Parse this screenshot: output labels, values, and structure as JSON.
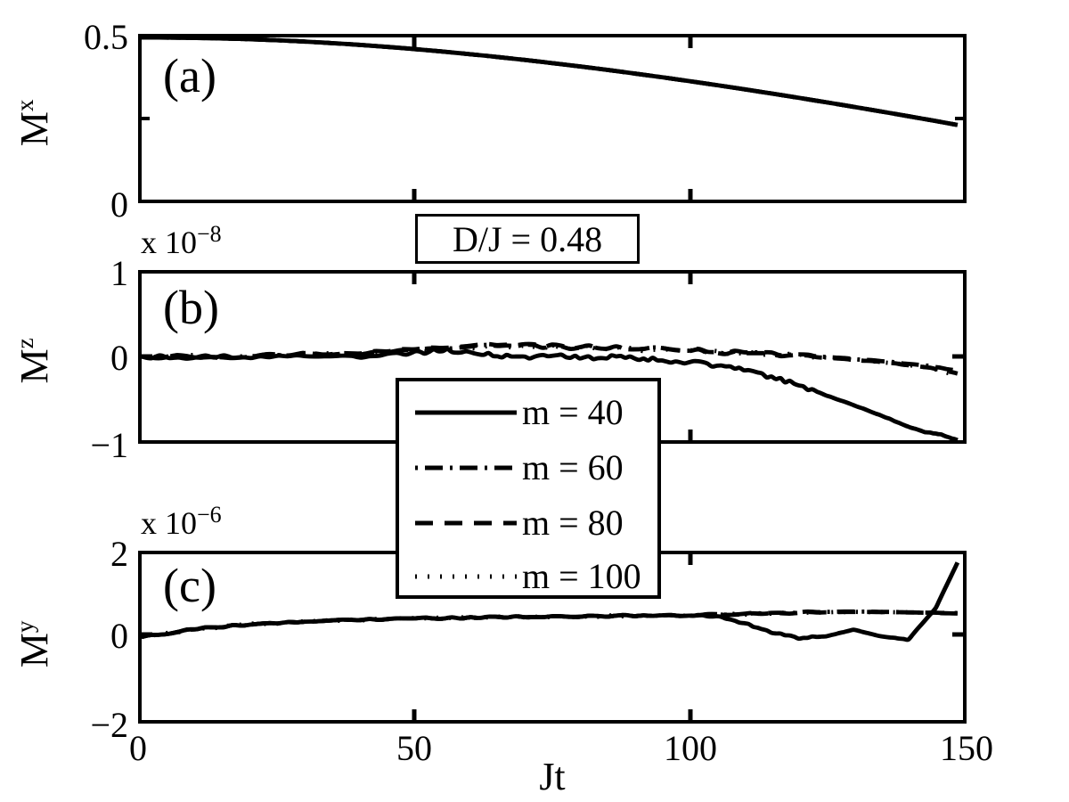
{
  "figure": {
    "xlabel": "Jt",
    "annotation": "D/J = 0.48"
  },
  "panels": [
    {
      "tag": "(a)",
      "ylabel_base": "M",
      "ylabel_sup": "x",
      "exponent": "",
      "yticks": [
        "0.5",
        "0"
      ],
      "ylim": [
        0,
        0.5
      ]
    },
    {
      "tag": "(b)",
      "ylabel_base": "M",
      "ylabel_sup": "z",
      "exponent_prefix": "x 10",
      "exponent_sup": "−8",
      "yticks": [
        "1",
        "0",
        "−1"
      ],
      "ylim": [
        -1,
        1
      ]
    },
    {
      "tag": "(c)",
      "ylabel_base": "M",
      "ylabel_sup": "y",
      "exponent_prefix": "x 10",
      "exponent_sup": "−6",
      "yticks": [
        "2",
        "0",
        "−2"
      ],
      "ylim": [
        -2,
        2
      ]
    }
  ],
  "xticks": [
    "0",
    "50",
    "100",
    "150"
  ],
  "legend": {
    "items": [
      {
        "label": "m = 40",
        "style": "solid"
      },
      {
        "label": "m = 60",
        "style": "dashdot"
      },
      {
        "label": "m = 80",
        "style": "dashed"
      },
      {
        "label": "m = 100",
        "style": "dotted"
      }
    ]
  },
  "chart_data": {
    "type": "line",
    "title": "",
    "xlabel": "Jt",
    "xlim": [
      0,
      150
    ],
    "xticks": [
      0,
      50,
      100,
      150
    ],
    "grid": false,
    "legend_position": "center",
    "annotations": [
      "D/J = 0.48"
    ],
    "subplots": [
      {
        "tag": "(a)",
        "ylabel": "M^x",
        "ylim": [
          0,
          0.5
        ],
        "yticks": [
          0,
          0.5
        ],
        "y_exponent": 1,
        "series": [
          {
            "name": "m = 40",
            "style": "solid",
            "x": [
              0,
              5,
              10,
              15,
              20,
              25,
              30,
              35,
              40,
              45,
              50,
              55,
              60,
              65,
              70,
              75,
              80,
              85,
              90,
              95,
              100,
              105,
              110,
              115,
              120,
              125,
              130,
              135,
              140,
              145,
              149
            ],
            "y": [
              0.5,
              0.4995,
              0.4985,
              0.4968,
              0.4943,
              0.491,
              0.487,
              0.4822,
              0.4768,
              0.4706,
              0.4638,
              0.4563,
              0.4483,
              0.4397,
              0.4305,
              0.4208,
              0.4106,
              0.4,
              0.3888,
              0.3773,
              0.3653,
              0.353,
              0.3403,
              0.3272,
              0.3138,
              0.3001,
              0.2861,
              0.2718,
              0.2572,
              0.2424,
              0.23
            ]
          },
          {
            "name": "m = 60",
            "style": "dashdot",
            "note": "overlaps m = 40"
          },
          {
            "name": "m = 80",
            "style": "dashed",
            "note": "overlaps m = 40"
          },
          {
            "name": "m = 100",
            "style": "dotted",
            "note": "overlaps m = 40"
          }
        ]
      },
      {
        "tag": "(b)",
        "ylabel": "M^z",
        "ylim": [
          -1,
          1
        ],
        "yticks": [
          -1,
          0,
          1
        ],
        "y_exponent": -8,
        "series": [
          {
            "name": "m = 40",
            "style": "solid",
            "x": [
              0,
              10,
              20,
              30,
              40,
              50,
              55,
              60,
              65,
              70,
              75,
              80,
              85,
              90,
              95,
              100,
              105,
              110,
              115,
              120,
              125,
              130,
              135,
              140,
              143,
              146,
              149
            ],
            "y": [
              0.0,
              0.0,
              -0.005,
              0.01,
              -0.01,
              0.05,
              0.08,
              0.04,
              0.02,
              -0.01,
              0.02,
              -0.01,
              0.0,
              -0.02,
              -0.04,
              -0.06,
              -0.1,
              -0.16,
              -0.24,
              -0.34,
              -0.46,
              -0.58,
              -0.7,
              -0.84,
              -0.9,
              -0.93,
              -1.0
            ]
          },
          {
            "name": "m = 60",
            "style": "dashdot",
            "x": [
              0,
              20,
              40,
              55,
              65,
              75,
              85,
              95,
              105,
              115,
              125,
              135,
              143,
              149
            ],
            "y": [
              0.0,
              0.01,
              0.04,
              0.1,
              0.13,
              0.12,
              0.11,
              0.09,
              0.07,
              0.04,
              0.0,
              -0.05,
              -0.1,
              -0.17
            ]
          },
          {
            "name": "m = 80",
            "style": "dashed",
            "x": [
              0,
              20,
              40,
              55,
              65,
              75,
              85,
              95,
              105,
              115,
              125,
              135,
              143,
              149
            ],
            "y": [
              0.0,
              0.01,
              0.05,
              0.11,
              0.14,
              0.13,
              0.11,
              0.09,
              0.06,
              0.03,
              -0.01,
              -0.06,
              -0.12,
              -0.2
            ]
          },
          {
            "name": "m = 100",
            "style": "dotted",
            "x": [
              0,
              20,
              40,
              55,
              65,
              75,
              85,
              95,
              105,
              115,
              125,
              135,
              143,
              149
            ],
            "y": [
              0.0,
              0.01,
              0.04,
              0.09,
              0.12,
              0.12,
              0.1,
              0.08,
              0.06,
              0.03,
              -0.01,
              -0.06,
              -0.12,
              -0.22
            ]
          }
        ]
      },
      {
        "tag": "(c)",
        "ylabel": "M^y",
        "ylim": [
          -2,
          2
        ],
        "yticks": [
          -2,
          0,
          2
        ],
        "y_exponent": -6,
        "series": [
          {
            "name": "m = 40",
            "style": "solid",
            "x": [
              0,
              10,
              20,
              30,
              40,
              50,
              60,
              70,
              80,
              90,
              100,
              105,
              110,
              115,
              120,
              125,
              130,
              135,
              140,
              145,
              149
            ],
            "y": [
              0.0,
              0.2,
              0.31,
              0.38,
              0.42,
              0.45,
              0.47,
              0.49,
              0.5,
              0.52,
              0.53,
              0.5,
              0.34,
              0.12,
              -0.02,
              0.02,
              0.18,
              0.02,
              -0.06,
              0.7,
              1.8
            ]
          },
          {
            "name": "m = 60",
            "style": "dashdot",
            "x": [
              0,
              10,
              20,
              30,
              40,
              50,
              60,
              70,
              80,
              90,
              100,
              110,
              120,
              130,
              140,
              149
            ],
            "y": [
              0.0,
              0.2,
              0.31,
              0.38,
              0.42,
              0.45,
              0.47,
              0.49,
              0.5,
              0.52,
              0.53,
              0.56,
              0.6,
              0.62,
              0.6,
              0.57
            ]
          },
          {
            "name": "m = 80",
            "style": "dashed",
            "x": [
              0,
              10,
              20,
              30,
              40,
              50,
              60,
              70,
              80,
              90,
              100,
              110,
              120,
              130,
              140,
              149
            ],
            "y": [
              0.0,
              0.2,
              0.31,
              0.38,
              0.42,
              0.45,
              0.47,
              0.49,
              0.5,
              0.52,
              0.53,
              0.55,
              0.59,
              0.61,
              0.6,
              0.58
            ]
          },
          {
            "name": "m = 100",
            "style": "dotted",
            "x": [
              0,
              10,
              20,
              30,
              40,
              50,
              60,
              70,
              80,
              90,
              100,
              110,
              120,
              130,
              140,
              149
            ],
            "y": [
              0.0,
              0.2,
              0.31,
              0.38,
              0.42,
              0.45,
              0.47,
              0.49,
              0.5,
              0.52,
              0.53,
              0.55,
              0.59,
              0.61,
              0.6,
              0.58
            ]
          }
        ]
      }
    ]
  }
}
